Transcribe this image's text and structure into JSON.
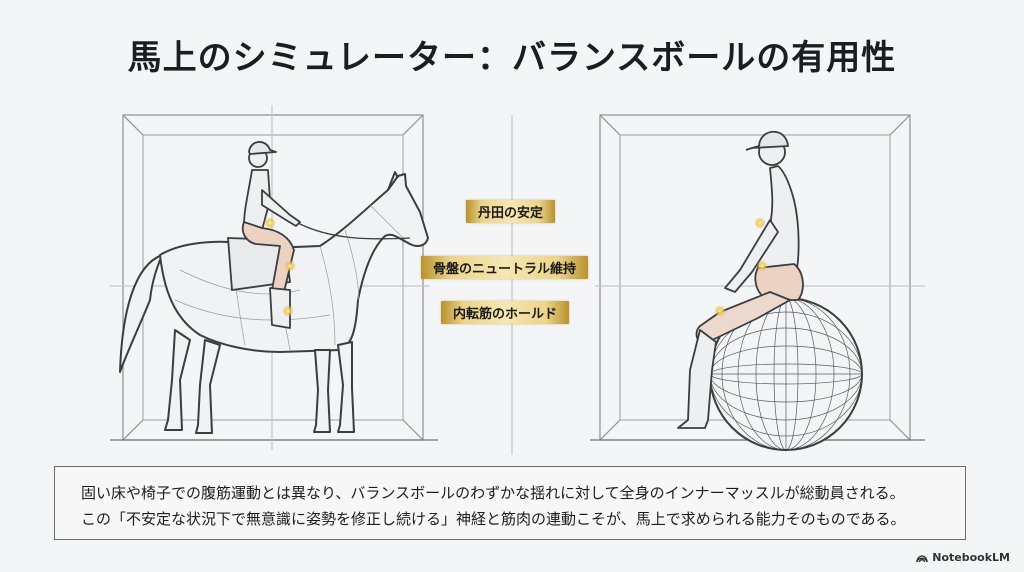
{
  "title": "馬上のシミュレーター：バランスボールの有用性",
  "labels": [
    {
      "id": "tanden",
      "text": "丹田の安定"
    },
    {
      "id": "pelvis",
      "text": "骨盤のニュートラル維持"
    },
    {
      "id": "adductor",
      "text": "内転筋のホールド"
    }
  ],
  "illustrations": {
    "left": "rider-on-horse",
    "right": "person-on-balance-ball"
  },
  "caption": {
    "line1": "固い床や椅子での腹筋運動とは異なり、バランスボールのわずかな揺れに対して全身のインナーマッスルが総動員される。",
    "line2": "この「不安定な状況下で無意識に姿勢を修正し続ける」神経と筋肉の連動こそが、馬上で求められる能力そのものである。"
  },
  "brand": {
    "icon": "notebooklm-logo-icon",
    "text": "NotebookLM"
  },
  "colors": {
    "gold": "#d9b552",
    "line": "#444444",
    "accent_bone": "#e8b89a"
  }
}
